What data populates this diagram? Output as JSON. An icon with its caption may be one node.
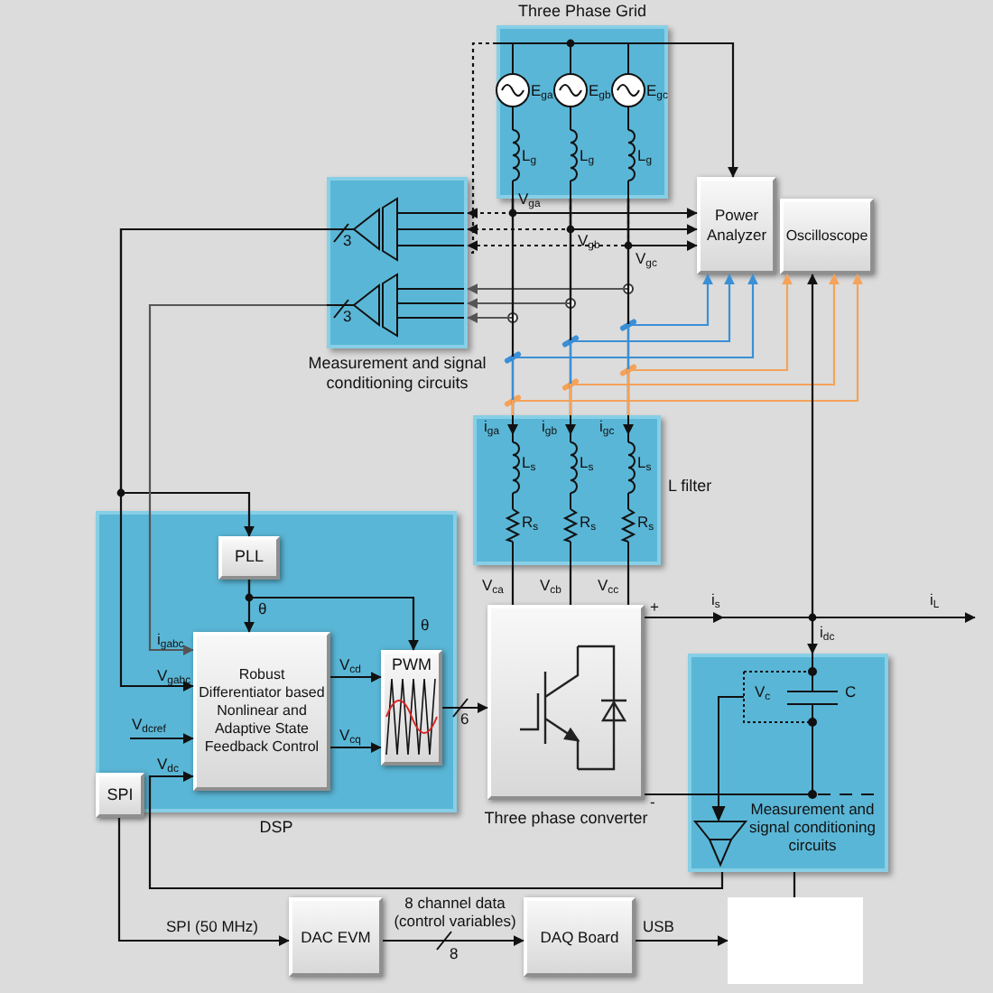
{
  "diagram": {
    "nodes": [
      {
        "text": [
          "Three Phase Grid"
        ]
      },
      {
        "text": [
          "Measurement and signal conditioning circuits"
        ]
      },
      {
        "text": [
          "Power Analyzer"
        ]
      },
      {
        "text": [
          "Oscilloscope"
        ]
      },
      {
        "text": [
          "L filter"
        ]
      },
      {
        "text": [
          "DSP"
        ]
      },
      {
        "text": [
          "PLL"
        ],
        "in": 5
      },
      {
        "text": [
          "Robust Differentiator based Nonlinear and Adaptive State Feedback Control"
        ],
        "in": 5
      },
      {
        "text": [
          "PWM"
        ],
        "in": 5
      },
      {
        "text": [
          "SPI"
        ],
        "in": 5
      },
      {
        "text": [
          "Three phase converter"
        ]
      },
      {
        "text": [
          "Measurement and signal conditioning circuits"
        ]
      },
      {
        "text": [
          "DAC EVM"
        ]
      },
      {
        "text": [
          "DAQ Board"
        ]
      },
      {
        "text": [],
        "shape": "box"
      }
    ],
    "edges": [
      {
        "from": 0,
        "to": 2,
        "arrow": "to"
      },
      {
        "from": 0,
        "to": 1,
        "arrow": "to",
        "style": "dashed"
      },
      {
        "from": 0,
        "to": 1,
        "arrow": "to",
        "style": "dashed"
      },
      {
        "from": 0,
        "to": 1,
        "arrow": "to",
        "style": "dashed"
      },
      {
        "from": 0,
        "to": 2,
        "arrow": "to"
      },
      {
        "from": 0,
        "to": 2,
        "arrow": "to"
      },
      {
        "from": 0,
        "to": 2,
        "arrow": "to"
      },
      {
        "from": 0,
        "to": 1,
        "arrow": "to",
        "color": "#555555"
      },
      {
        "from": 0,
        "to": 1,
        "arrow": "to",
        "color": "#555555"
      },
      {
        "from": 0,
        "to": 1,
        "arrow": "to",
        "color": "#555555"
      },
      {
        "from": 0,
        "to": 4,
        "arrow": "none"
      },
      {
        "from": 0,
        "to": 4,
        "arrow": "none"
      },
      {
        "from": 0,
        "to": 4,
        "arrow": "none"
      },
      {
        "from": 4,
        "to": 2,
        "arrow": "to",
        "color": "#3a8fd6"
      },
      {
        "from": 4,
        "to": 2,
        "arrow": "to",
        "color": "#3a8fd6"
      },
      {
        "from": 4,
        "to": 2,
        "arrow": "to",
        "color": "#3a8fd6"
      },
      {
        "from": 4,
        "to": 3,
        "arrow": "to",
        "color": "#f5a25a"
      },
      {
        "from": 4,
        "to": 3,
        "arrow": "to",
        "color": "#f5a25a"
      },
      {
        "from": 4,
        "to": 3,
        "arrow": "to",
        "color": "#f5a25a"
      },
      {
        "from": 4,
        "to": 10,
        "arrow": "none"
      },
      {
        "from": 4,
        "to": 10,
        "arrow": "none"
      },
      {
        "from": 4,
        "to": 10,
        "arrow": "none"
      },
      {
        "from": 1,
        "to": 7,
        "arrow": "to",
        "label": "V$_{gabc}$"
      },
      {
        "from": 1,
        "to": 6,
        "arrow": "to"
      },
      {
        "from": 1,
        "to": 7,
        "arrow": "to",
        "label": "i$_{gabc}$",
        "color": "#555555"
      },
      {
        "from": 6,
        "to": 7,
        "arrow": "to",
        "label": "θ"
      },
      {
        "from": 6,
        "to": 8,
        "arrow": "to",
        "label": "θ"
      },
      {
        "from": 7,
        "to": 8,
        "arrow": "to",
        "label": "V$_{cd}$"
      },
      {
        "from": 7,
        "to": 8,
        "arrow": "to",
        "label": "V$_{cq}$"
      },
      {
        "from": null,
        "to": 7,
        "arrow": "to",
        "label": "V$_{dcref}$"
      },
      {
        "from": 11,
        "to": 7,
        "arrow": "to",
        "label": "V$_{dc}$"
      },
      {
        "from": 8,
        "to": 10,
        "arrow": "to"
      },
      {
        "from": 10,
        "to": null,
        "arrow": "to",
        "label": "i$_{L}$"
      },
      {
        "from": 10,
        "to": 11,
        "arrow": "to",
        "label": "i$_{dc}$"
      },
      {
        "from": 10,
        "to": 11,
        "arrow": "none"
      },
      {
        "from": 10,
        "to": 3,
        "arrow": "to"
      },
      {
        "from": 11,
        "to": 14,
        "arrow": "none"
      },
      {
        "from": 9,
        "to": 12,
        "arrow": "to",
        "label": "SPI (50 MHz)"
      },
      {
        "from": 12,
        "to": 13,
        "arrow": "to",
        "label": "8 channel data (control variables)"
      },
      {
        "from": 13,
        "to": 14,
        "arrow": "to",
        "label": "USB"
      },
      {
        "from": 0,
        "to": 1,
        "arrow": "none",
        "style": "dashed"
      }
    ],
    "labels": [
      "E$_{ga}$",
      "E$_{gb}$",
      "E$_{gc}$",
      "L$_{g}$",
      "L$_{g}$",
      "L$_{g}$",
      "V$_{ga}$",
      "V$_{gb}$",
      "V$_{gc}$",
      "3",
      "3",
      "i$_{ga}$",
      "i$_{gb}$",
      "i$_{gc}$",
      "L$_{s}$",
      "L$_{s}$",
      "L$_{s}$",
      "R$_{s}$",
      "R$_{s}$",
      "R$_{s}$",
      "V$_{ca}$",
      "V$_{cb}$",
      "V$_{cc}$",
      "6",
      "+",
      "i$_{s}$",
      "-",
      "V$_{c}$",
      "C",
      "8"
    ]
  }
}
